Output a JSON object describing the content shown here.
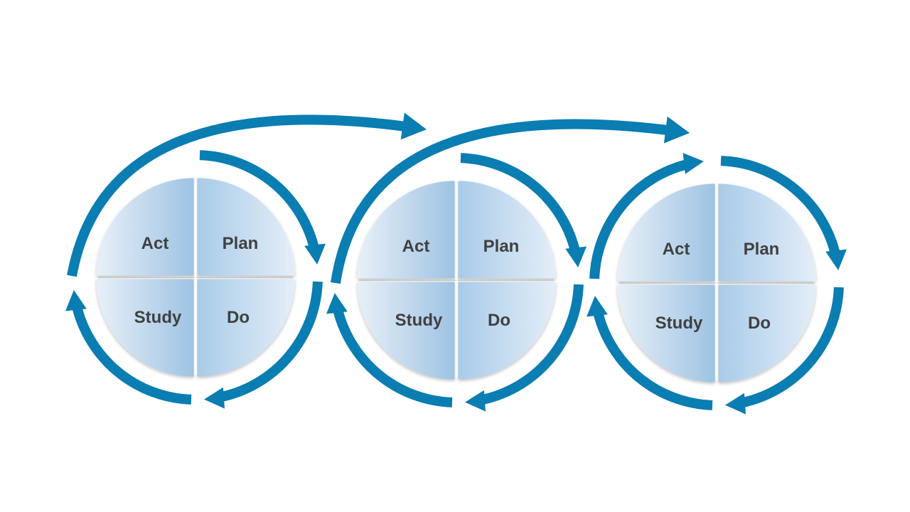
{
  "colors": {
    "arrow": "#0a7db2",
    "quadrant_light": "#e8f0f8",
    "quadrant_dark": "#9ec3e3",
    "divider": "#c9c9c9",
    "label": "#404040"
  },
  "cycles": [
    {
      "quadrants": {
        "act": "Act",
        "plan": "Plan",
        "study": "Study",
        "do": "Do"
      }
    },
    {
      "quadrants": {
        "act": "Act",
        "plan": "Plan",
        "study": "Study",
        "do": "Do"
      }
    },
    {
      "quadrants": {
        "act": "Act",
        "plan": "Plan",
        "study": "Study",
        "do": "Do"
      }
    }
  ]
}
